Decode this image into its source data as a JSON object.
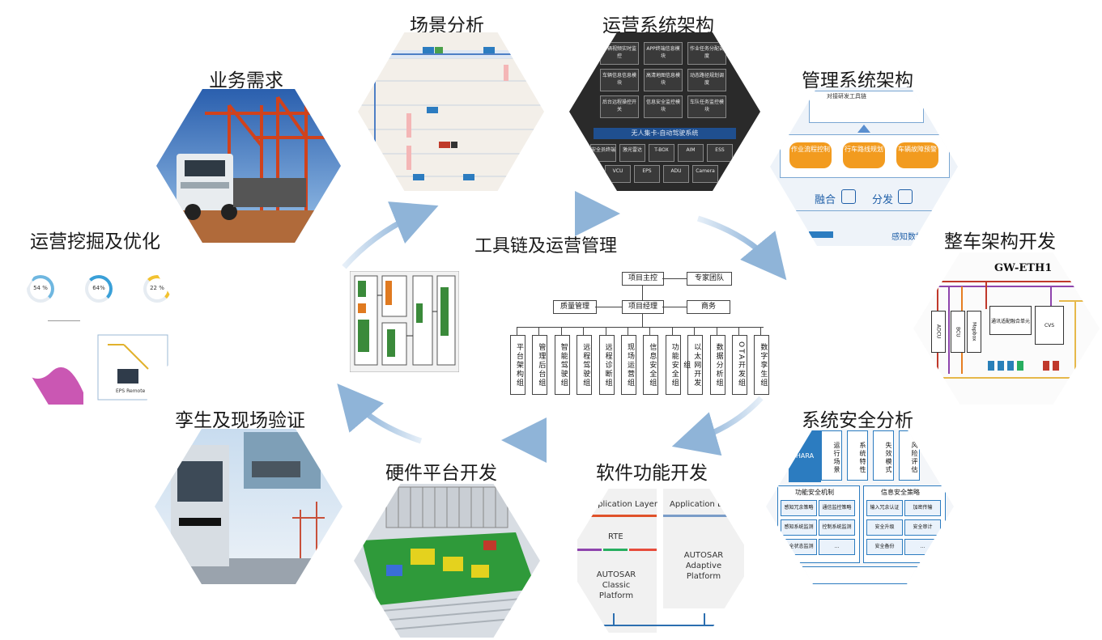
{
  "labels": {
    "business": "业务需求",
    "scene": "场景分析",
    "ops_arch": "运营系统架构",
    "mgmt_arch": "管理系统架构",
    "vehicle_arch": "整车架构开发",
    "safety": "系统安全分析",
    "software": "软件功能开发",
    "hardware": "硬件平台开发",
    "twin": "孪生及现场验证",
    "mining": "运营挖掘及优化"
  },
  "center": {
    "title": "工具链及运营管理",
    "top_left": "项目主控",
    "top_right": "专家团队",
    "mid_left": "质量管理",
    "mid_center": "项目经理",
    "mid_right": "商务",
    "columns": [
      "平台架构组",
      "管理后台组",
      "智能驾驶组",
      "远程驾驶组",
      "远程诊断组",
      "现场运营组",
      "信息安全组",
      "功能安全组",
      "以太网开发组",
      "数据分析组",
      "OTA开发组",
      "数字孪生组"
    ]
  },
  "ops_hex": {
    "banner": "无人集卡-自动驾驶系统",
    "cells": [
      "车辆视频实时监控",
      "APP终端信息模块",
      "作业任务分配调度",
      "车辆信息信息模块",
      "高清地图信息模块",
      "动态路径规划调度",
      "后台远程操控开关",
      "信息安全监控模块",
      "车队任务监控模块"
    ],
    "bottom": [
      "安全员终端",
      "激光雷达",
      "T-BOX",
      "AIM",
      "ESS",
      "VCU",
      "EPS",
      "ADU",
      "Camera"
    ]
  },
  "mgmt_hex": {
    "top": "对接研发工具链",
    "pills": [
      "作业流程控制",
      "行车路线规划",
      "车辆故障预警"
    ],
    "fuse": "融合",
    "dist": "分发",
    "sense": "感知数据"
  },
  "vehicle_hex": {
    "title": "GW-ETH1",
    "boxes": [
      "ADCU",
      "BCU",
      "Mapbox",
      "通讯适配融合单元",
      "CVS"
    ]
  },
  "safety_hex": {
    "header": [
      "HARA",
      "运行场景",
      "系统特性",
      "失效模式",
      "风险评估"
    ],
    "left_title": "功能安全机制",
    "right_title": "信息安全策略",
    "left_cells": [
      "感知冗余策略",
      "通信监控策略",
      "感知系统监测",
      "控制系统监测",
      "安全状态监测",
      "..."
    ],
    "right_cells": [
      "输入冗余认证",
      "加密传输",
      "安全升级",
      "安全审计",
      "安全备份",
      "..."
    ]
  },
  "software_hex": {
    "app_left": "Application Layer",
    "app_right": "Application Layer",
    "rte": "RTE",
    "classic": "AUTOSAR Classic Platform",
    "adaptive": "AUTOSAR Adaptive Platform"
  },
  "mining_hex": {
    "gauges": [
      "54 %",
      "64%",
      "22 %"
    ],
    "box_label": "EPS Remote"
  },
  "colors": {
    "arrow": "#8fb4d8",
    "accent_orange": "#f0a020",
    "accent_blue": "#2c7cc0"
  }
}
